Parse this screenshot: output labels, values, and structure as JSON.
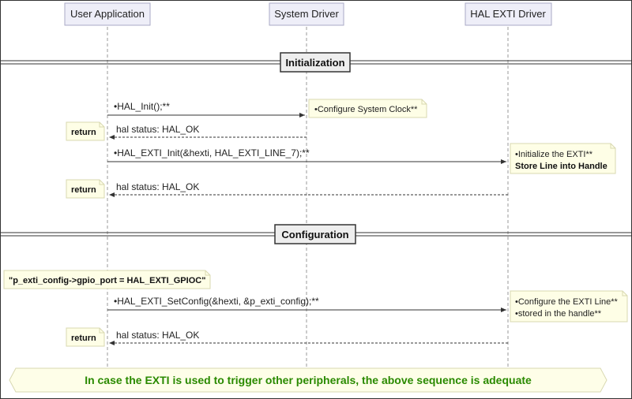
{
  "participants": {
    "user": "User Application",
    "system": "System Driver",
    "hal": "HAL EXTI Driver"
  },
  "groups": {
    "init": "Initialization",
    "config": "Configuration"
  },
  "messages": {
    "m1": "HAL_Init();**",
    "m1_note": "Configure System Clock**",
    "m2": "hal status: HAL_OK",
    "m2_note": "return",
    "m3": "HAL_EXTI_Init(&hexti, HAL_EXTI_LINE_7);**",
    "m3_note_line1": "Initialize the EXTI**",
    "m3_note_line2": "Store Line into Handle",
    "m4": "hal status: HAL_OK",
    "m4_note": "return",
    "cfg_note": "\"p_exti_config->gpio_port = HAL_EXTI_GPIOC\"",
    "m5": "HAL_EXTI_SetConfig(&hexti, &p_exti_config);**",
    "m5_note_line1": "Configure the EXTI Line**",
    "m5_note_line2": "stored in the handle**",
    "m6": "hal status: HAL_OK",
    "m6_note": "return",
    "footer": "In case the EXTI is used to trigger other peripherals, the above sequence is adequate"
  },
  "colors": {
    "participant_fill": "#eeeef8",
    "participant_border": "#a9a9c6",
    "note_fill": "#fefee6",
    "note_border": "#d8d8b0",
    "footer_text": "#2a8a00",
    "footer_fill": "#fefee8"
  }
}
